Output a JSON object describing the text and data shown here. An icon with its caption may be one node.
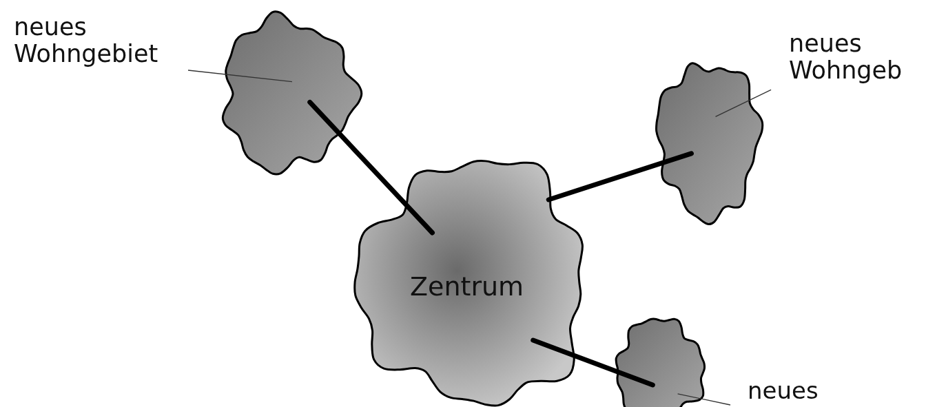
{
  "diagram": {
    "nodes": [
      {
        "text": [
          "neues Wohngebiet"
        ]
      },
      {
        "text": [],
        "shape": "cloud"
      },
      {
        "text": [
          "neues Wohngeb"
        ]
      },
      {
        "text": [],
        "shape": "cloud"
      },
      {
        "text": [
          "Zentrum"
        ]
      },
      {
        "text": [],
        "shape": "cloud"
      },
      {
        "text": [
          "neues"
        ]
      }
    ],
    "edges": [
      {
        "from": 0,
        "to": 1,
        "arrow": "none"
      },
      {
        "from": 2,
        "to": 3,
        "arrow": "none"
      },
      {
        "from": 6,
        "to": 5,
        "arrow": "none"
      },
      {
        "from": 4,
        "to": 1,
        "arrow": "none",
        "style": "thick"
      },
      {
        "from": 4,
        "to": 3,
        "arrow": "none",
        "style": "thick"
      },
      {
        "from": 4,
        "to": 5,
        "arrow": "none",
        "style": "thick"
      }
    ]
  }
}
